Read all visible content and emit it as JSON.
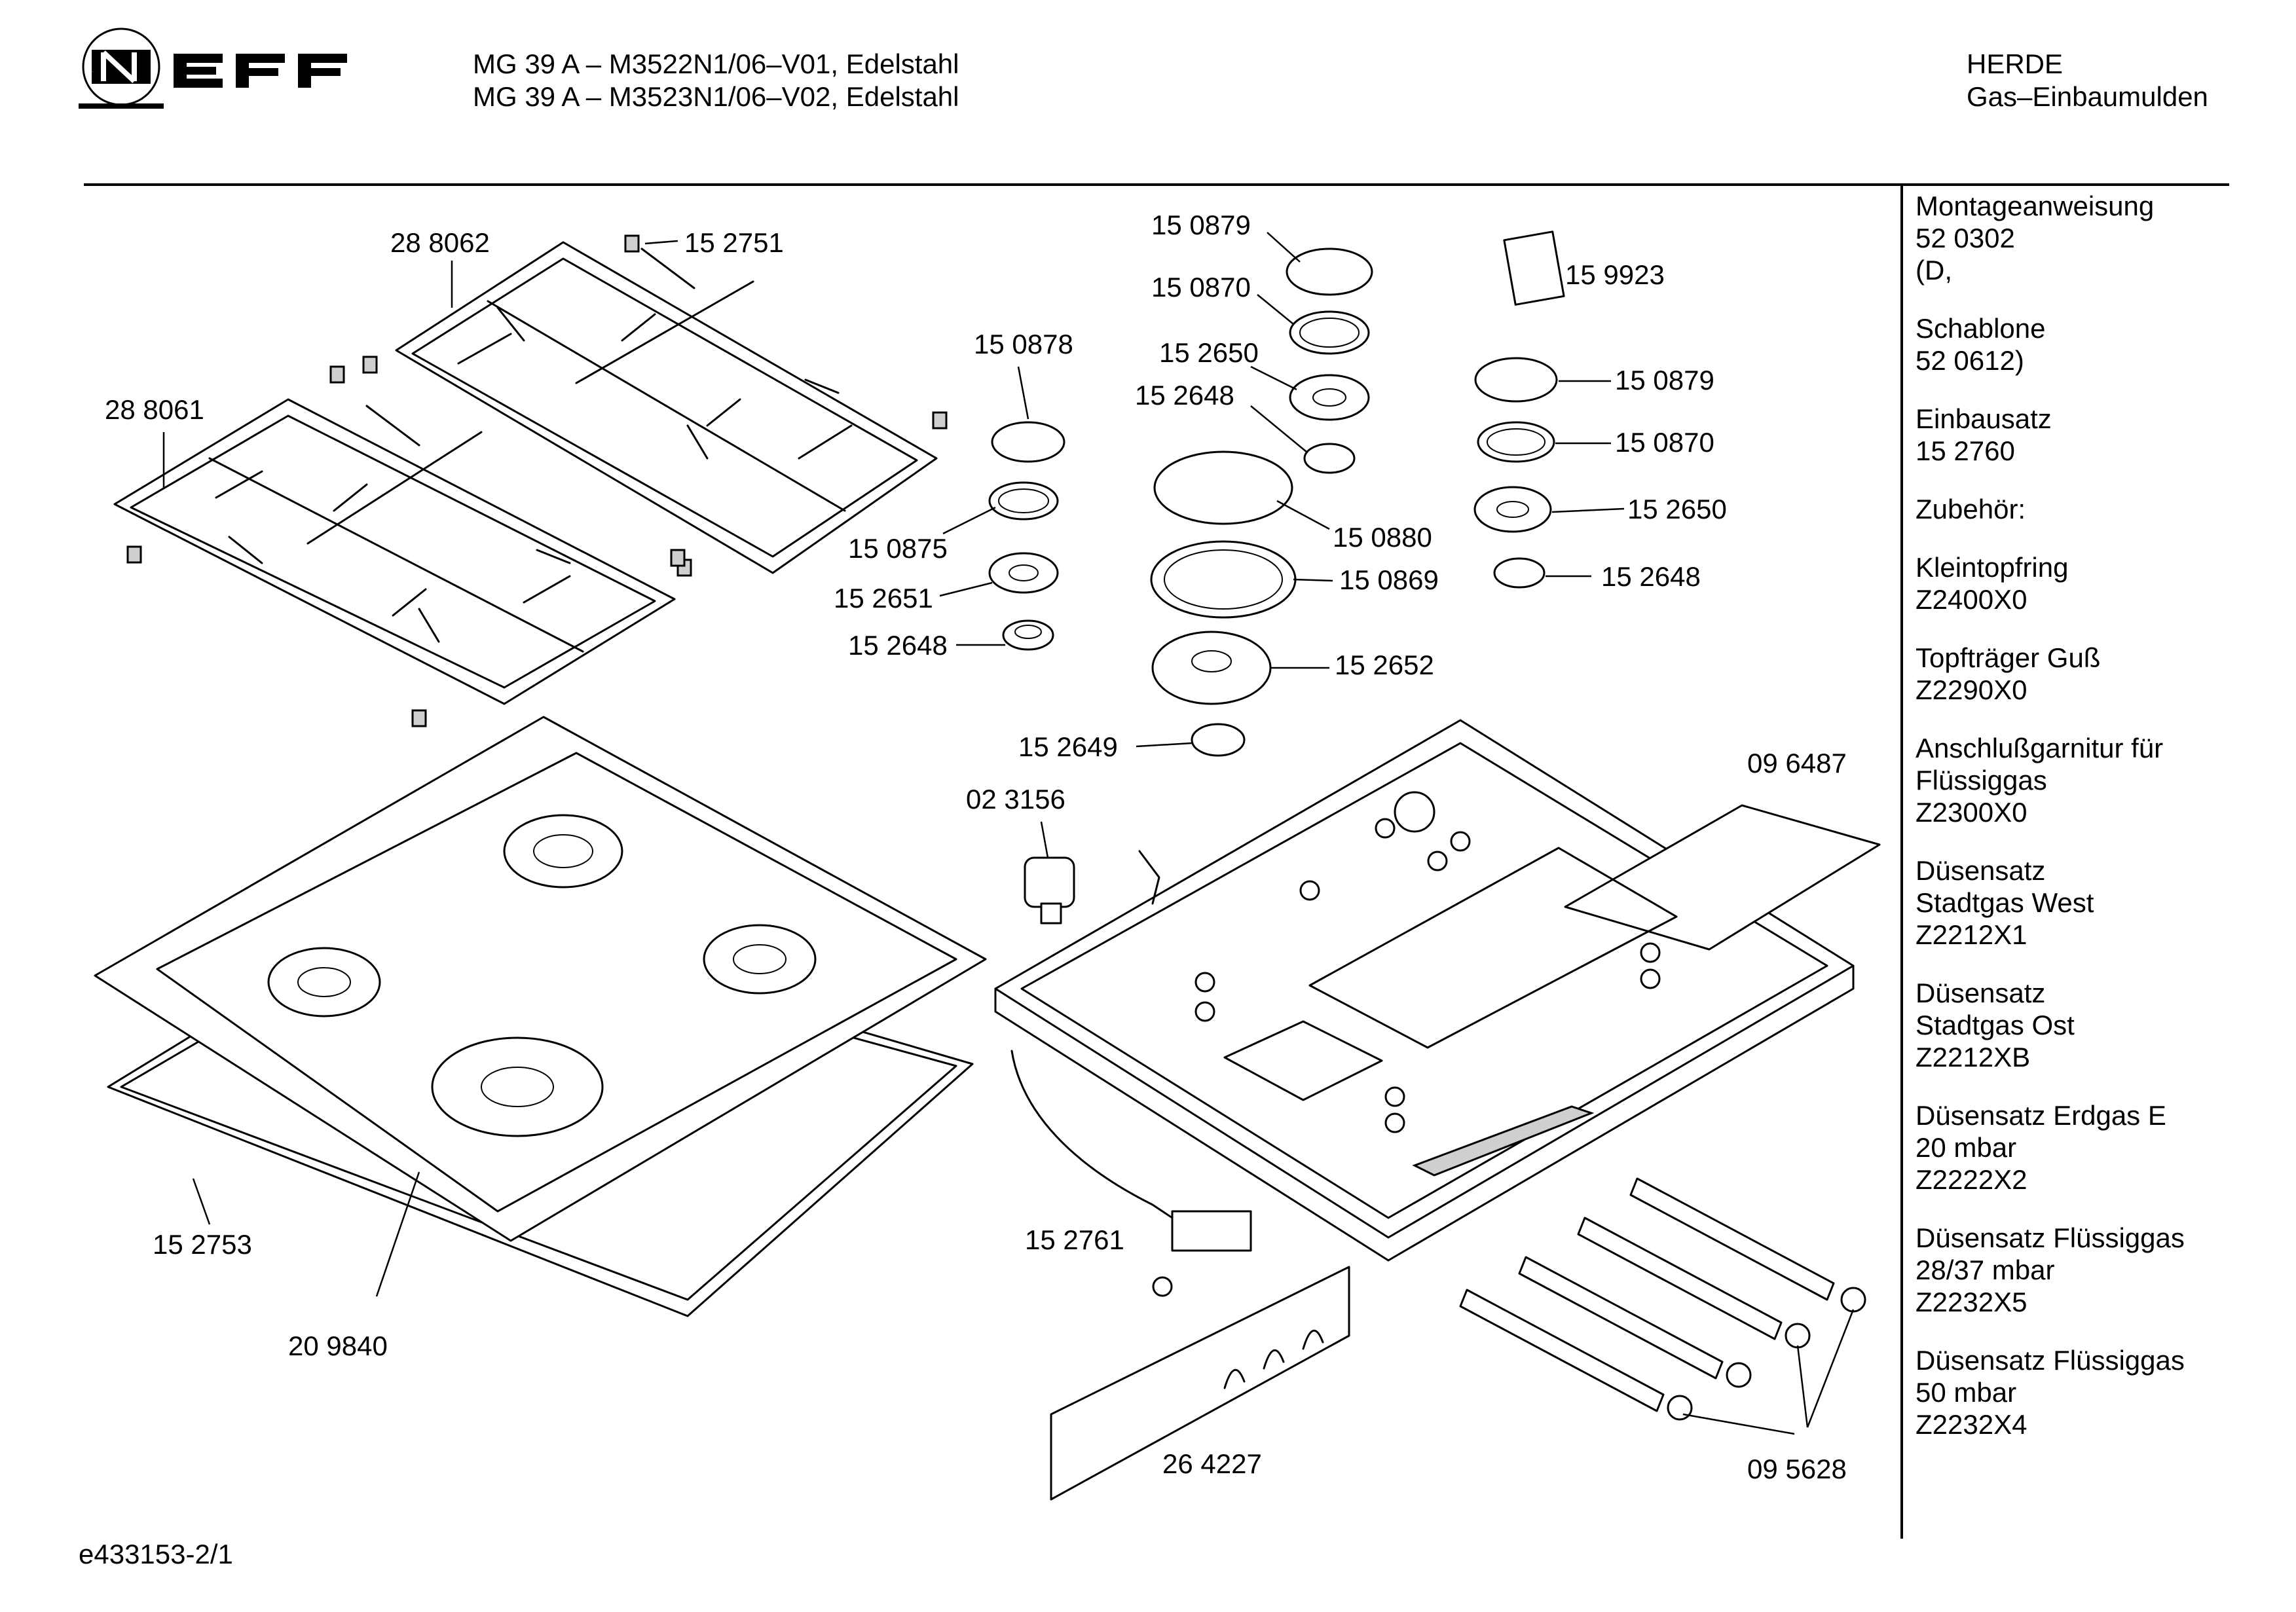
{
  "brand": {
    "logo_text": "NEFF"
  },
  "header": {
    "model_line_1": "MG 39 A – M3522N1/06–V01, Edelstahl",
    "model_line_2": "MG 39 A – M3523N1/06–V02, Edelstahl",
    "category": "HERDE",
    "subcategory": "Gas–Einbaumulden"
  },
  "sidebar": {
    "notes": [
      {
        "lines": [
          "Montageanweisung",
          "52 0302",
          "(D,"
        ]
      },
      {
        "lines": [
          "Schablone",
          "52 0612)"
        ]
      },
      {
        "lines": [
          "Einbausatz",
          "15 2760"
        ]
      },
      {
        "lines": [
          "Zubehör:"
        ]
      },
      {
        "lines": [
          "Kleintopfring",
          "Z2400X0"
        ]
      },
      {
        "lines": [
          "Topfträger Guß",
          "Z2290X0"
        ]
      },
      {
        "lines": [
          "Anschlußgarnitur für",
          "Flüssiggas",
          "Z2300X0"
        ]
      },
      {
        "lines": [
          "Düsensatz",
          "Stadtgas West",
          "Z2212X1"
        ]
      },
      {
        "lines": [
          "Düsensatz",
          "Stadtgas Ost",
          "Z2212XB"
        ]
      },
      {
        "lines": [
          "Düsensatz Erdgas E",
          "20 mbar",
          "Z2222X2"
        ]
      },
      {
        "lines": [
          "Düsensatz Flüssiggas",
          "28/37 mbar",
          "Z2232X5"
        ]
      },
      {
        "lines": [
          "Düsensatz Flüssiggas",
          "50 mbar",
          "Z2232X4"
        ]
      }
    ]
  },
  "part_numbers": {
    "p288062": "28 8062",
    "p152751": "15 2751",
    "p288061": "28 8061",
    "p150878": "15 0878",
    "p150875": "15 0875",
    "p152651": "15 2651",
    "p152648a": "15 2648",
    "p150879a": "15 0879",
    "p150870a": "15 0870",
    "p152650a": "15 2650",
    "p152648b": "15 2648",
    "p150880": "15 0880",
    "p150869": "15 0869",
    "p152652": "15 2652",
    "p152649": "15 2649",
    "p159923": "15 9923",
    "p150879b": "15 0879",
    "p150870b": "15 0870",
    "p152650b": "15 2650",
    "p152648c": "15 2648",
    "p096487": "09 6487",
    "p023156": "02 3156",
    "p152753": "15 2753",
    "p209840": "20 9840",
    "p152761": "15 2761",
    "p264227": "26 4227",
    "p095628": "09 5628"
  },
  "footer": {
    "doc_id": "e433153-2/1"
  }
}
